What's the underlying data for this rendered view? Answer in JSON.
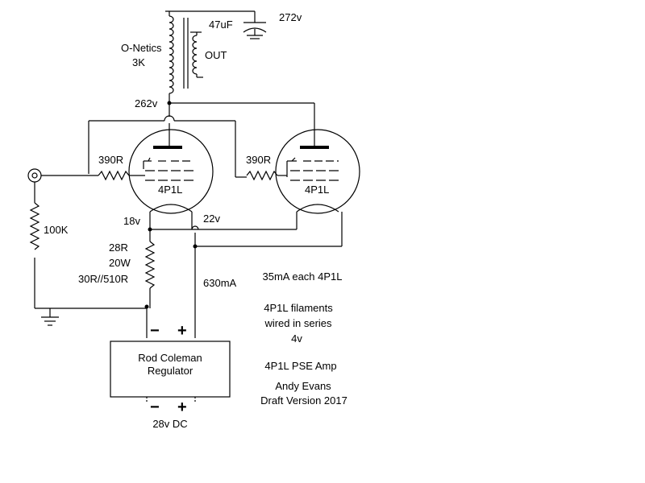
{
  "labels": {
    "cap_value": "47uF",
    "b_plus": "272v",
    "transformer_brand": "O-Netics",
    "transformer_impedance": "3K",
    "output": "OUT",
    "plate_voltage": "262v",
    "grid_resistor_left": "390R",
    "grid_resistor_right": "390R",
    "tube_left": "4P1L",
    "tube_right": "4P1L",
    "input_resistor": "100K",
    "filament_low": "18v",
    "filament_high": "22v",
    "dropper_value": "28R",
    "dropper_power": "20W",
    "dropper_parts": "30R//510R",
    "current_total": "630mA",
    "current_each": "35mA each 4P1L",
    "note_line1": "4P1L filaments",
    "note_line2": "wired in series",
    "note_line3": "4v",
    "title": "4P1L PSE Amp",
    "author": "Andy Evans",
    "version": "Draft Version 2017",
    "regulator_line1": "Rod Coleman",
    "regulator_line2": "Regulator",
    "reg_in_minus": "−",
    "reg_in_plus": "+",
    "reg_out_minus": "−",
    "reg_out_plus": "+",
    "supply": "28v DC"
  }
}
